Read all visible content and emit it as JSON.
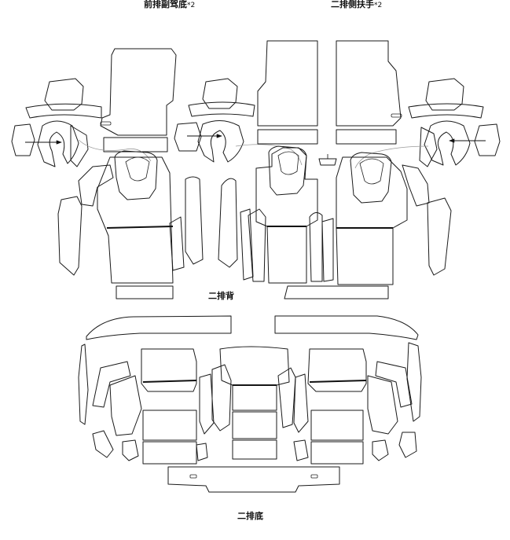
{
  "labels": {
    "front_seat_bottom": "前排副驾底",
    "front_seat_bottom_suffix": "*2",
    "second_row_armrest": "二排侧扶手",
    "second_row_armrest_suffix": "*2",
    "second_row_back": "二排背",
    "second_row_bottom": "二排底"
  }
}
